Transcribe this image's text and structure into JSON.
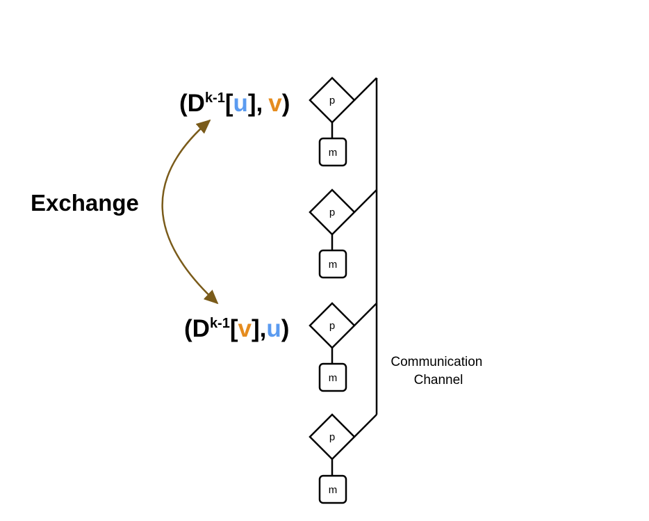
{
  "exchange_label": "Exchange",
  "top_pair": {
    "open": "(D",
    "sup": "k-1",
    "lbracket": "[",
    "inner": "u",
    "rbracket": "],",
    "second": "v",
    "close": ")"
  },
  "bottom_pair": {
    "open": "(D",
    "sup": "k-1",
    "lbracket": "[",
    "inner": "v",
    "rbracket": "],",
    "second": "u",
    "close": ")"
  },
  "processor_label": "p",
  "memory_label": "m",
  "channel_label": {
    "line1": "Communication",
    "line2": "Channel"
  },
  "colors": {
    "u": "#5b9bf0",
    "v": "#e58c1f",
    "arrow": "#7a5b1a",
    "stroke": "#000000"
  },
  "node_count": 4
}
